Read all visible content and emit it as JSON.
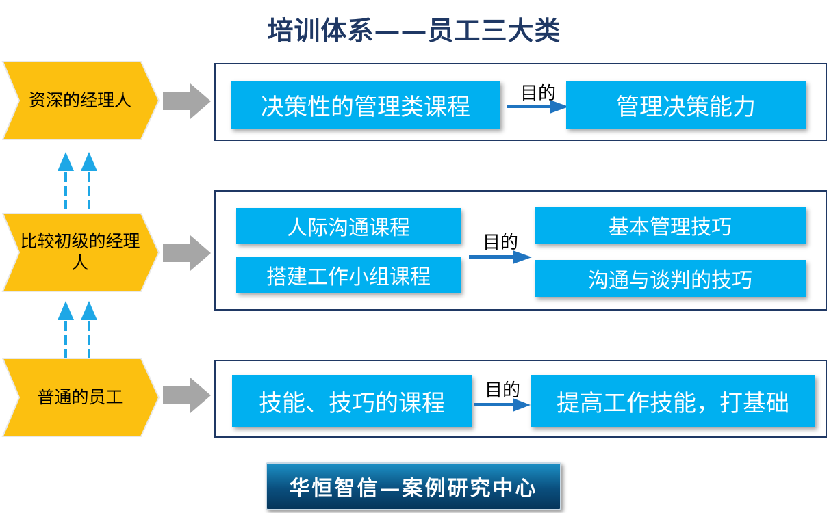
{
  "title": "培训体系——员工三大类",
  "purpose_label": "目的",
  "levels": [
    {
      "name": "资深的经理人",
      "courses": [
        "决策性的管理类课程"
      ],
      "goals": [
        "管理决策能力"
      ]
    },
    {
      "name": "比较初级的经理人",
      "courses": [
        "人际沟通课程",
        "搭建工作小组课程"
      ],
      "goals": [
        "基本管理技巧",
        "沟通与谈判的技巧"
      ]
    },
    {
      "name": "普通的员工",
      "courses": [
        "技能、技巧的课程"
      ],
      "goals": [
        "提高工作技能，打基础"
      ]
    }
  ],
  "footer": "华恒智信—案例研究中心",
  "colors": {
    "chevron": "#fcc010",
    "box": "#00b0f0",
    "panel_border": "#1f3864",
    "arrow_blue": "#1f74c0",
    "gray_arrow": "#a6a6a6"
  }
}
